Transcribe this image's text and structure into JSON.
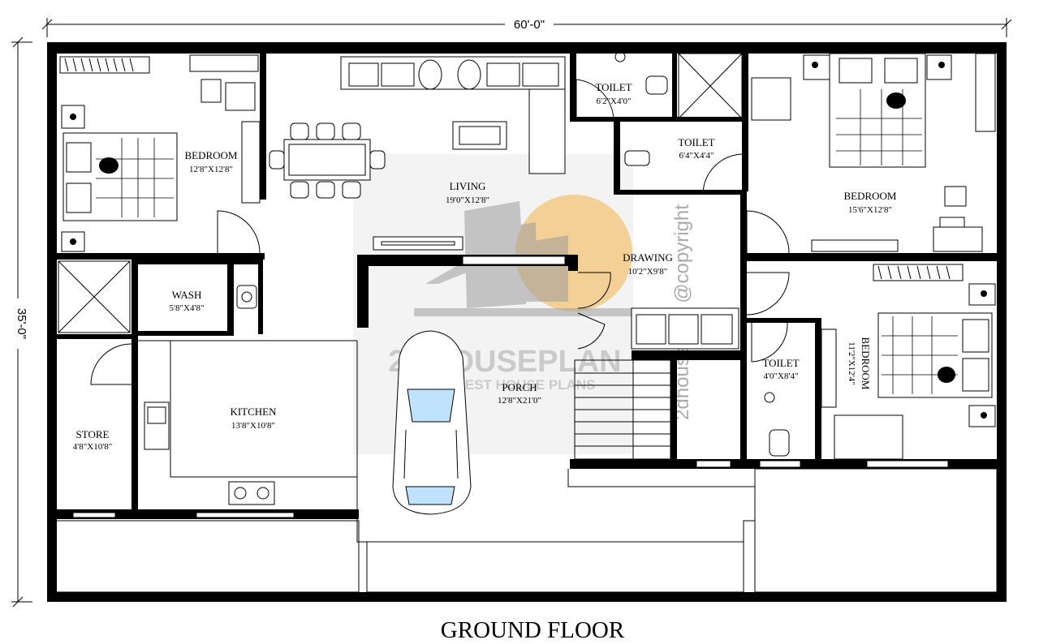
{
  "dimensions": {
    "width_label": "60'-0\"",
    "depth_label": "35'-0\""
  },
  "title": "GROUND FLOOR",
  "rooms": {
    "bedroom1": {
      "name": "BEDROOM",
      "size": "12'8\"X12'8\""
    },
    "living": {
      "name": "LIVING",
      "size": "19'0\"X12'8\""
    },
    "toilet1": {
      "name": "TOILET",
      "size": "6'2\"X4'0\""
    },
    "toilet2": {
      "name": "TOILET",
      "size": "6'4\"X4'4\""
    },
    "bedroom2": {
      "name": "BEDROOM",
      "size": "15'6\"X12'8\""
    },
    "wash": {
      "name": "WASH",
      "size": "5'8\"X4'8\""
    },
    "drawing": {
      "name": "DRAWING",
      "size": "10'2\"X9'8\""
    },
    "toilet3": {
      "name": "TOILET",
      "size": "4'0\"X8'4\""
    },
    "bedroom3": {
      "name": "BEDROOM",
      "size": "11'2\"X12'4\""
    },
    "kitchen": {
      "name": "KITCHEN",
      "size": "13'8\"X10'8\""
    },
    "store": {
      "name": "STORE",
      "size": "4'8\"X10'8\""
    },
    "porch": {
      "name": "PORCH",
      "size": "12'8\"X21'0\""
    }
  },
  "watermark": {
    "brand": "2DHOUSEPLAN",
    "tagline": "FREE BEST HOUSE PLANS",
    "copyright": "2dhouseplan @copyright",
    "accent_color": "#f5a623"
  }
}
